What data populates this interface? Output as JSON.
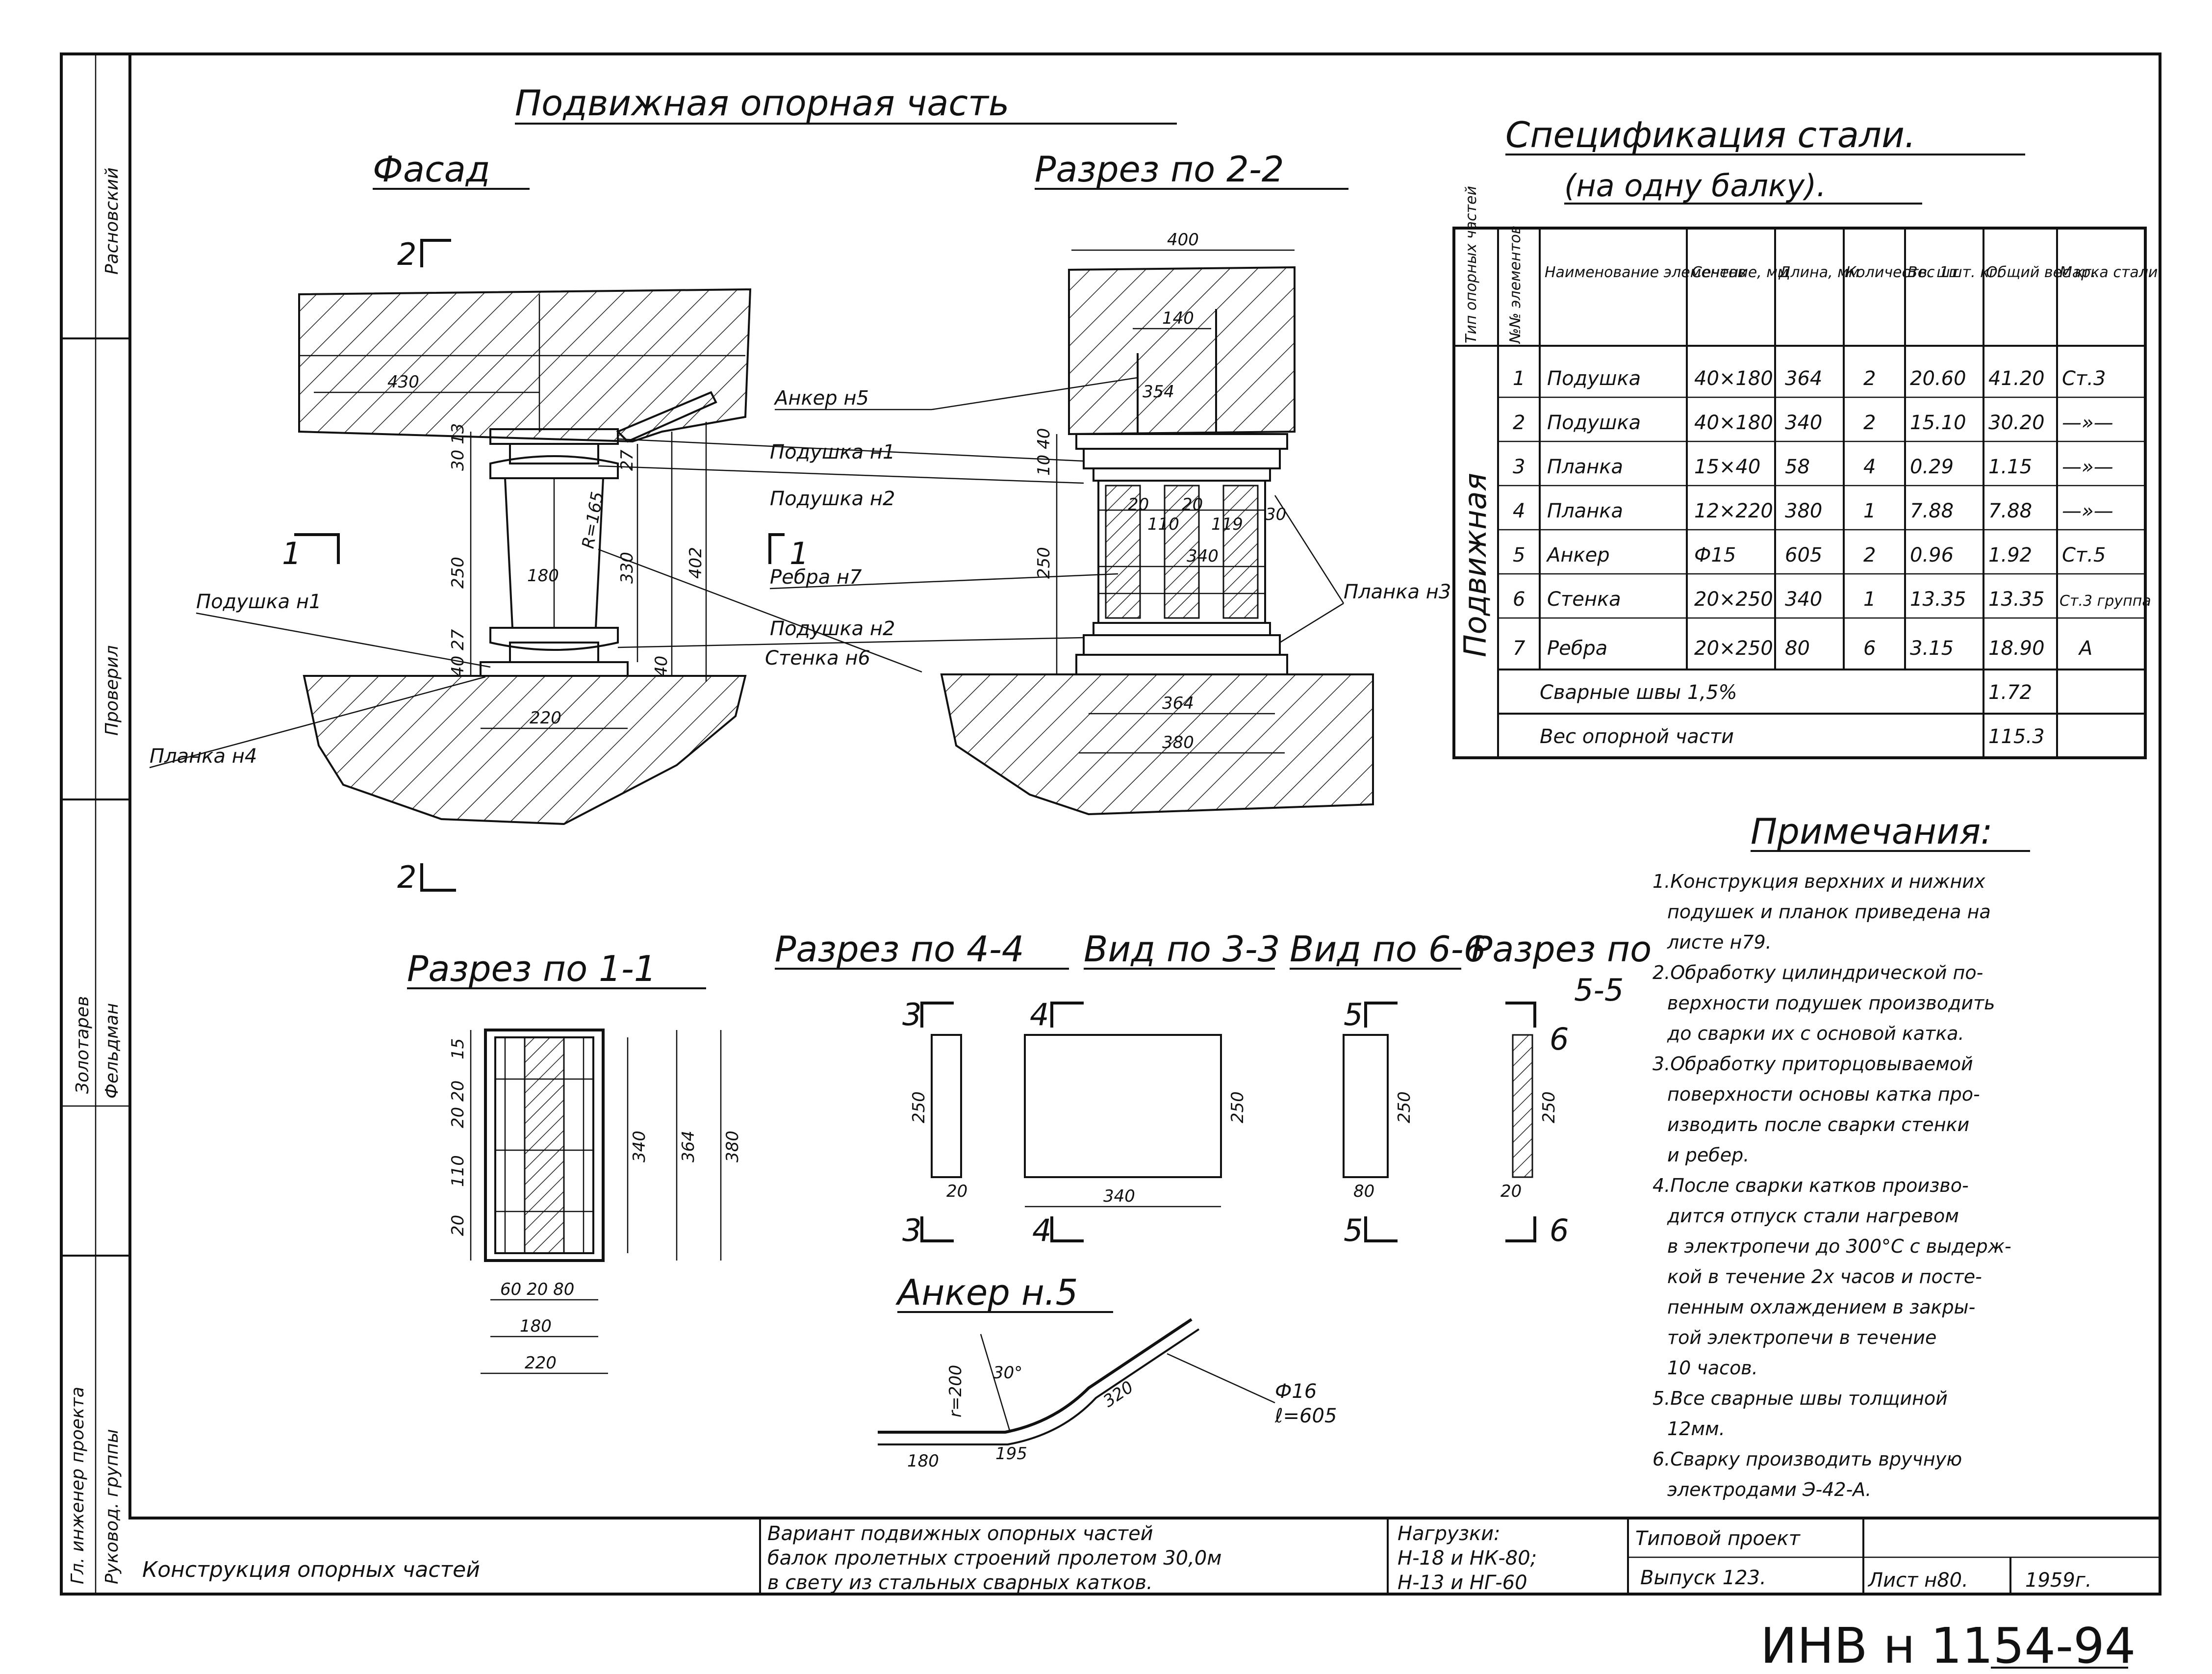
{
  "titles": {
    "main": "Подвижная опорная часть",
    "facade": "Фасад",
    "section22": "Разрез по 2-2",
    "section11": "Разрез по 1-1",
    "section44": "Разрез по 4-4",
    "view33": "Вид по 3-3",
    "view66": "Вид по 6-6",
    "section55a": "Разрез по",
    "section55b": "5-5",
    "anchor": "Анкер н.5"
  },
  "section_marks": {
    "m2top": "2",
    "m2bot": "2",
    "m1l": "1",
    "m1r": "1",
    "m3a": "3",
    "m3b": "3",
    "m4a": "4",
    "m4b": "4",
    "m5a": "5",
    "m5b": "5",
    "m6a": "6",
    "m6b": "6"
  },
  "callouts": {
    "anchor5": "Анкер н5",
    "pad1a": "Подушка н1",
    "pad2a": "Подушка н2",
    "rib7": "Ребра н7",
    "pad2b": "Подушка н2",
    "wall6": "Стенка н6",
    "pad1left": "Подушка н1",
    "plate4": "Планка н4",
    "plate3": "Планка н3"
  },
  "dimensions": {
    "facade": {
      "d430": "430",
      "d250": "250",
      "d180": "180",
      "d330": "330",
      "d402": "402",
      "r165": "R=165",
      "d220": "220",
      "d3013": "30 13",
      "d40": "40",
      "d27": "27",
      "d4027": "40 27"
    },
    "s22": {
      "d400": "400",
      "d140": "140",
      "d354": "354",
      "d1040": "10 40",
      "d250": "250",
      "d20a": "20",
      "d110": "110",
      "d20b": "20",
      "d119": "119",
      "d30": "30",
      "d340": "340",
      "d364": "364",
      "d380": "380"
    },
    "s11": {
      "d15": "15",
      "d2020": "20 20",
      "d110": "110",
      "d20": "20",
      "d340": "340",
      "d364": "364",
      "d380": "380",
      "d6020": "60 20 80",
      "d180": "180",
      "d220": "220"
    },
    "v": {
      "d250a": "250",
      "d20a": "20",
      "d250b": "250",
      "d340": "340",
      "d250c": "250",
      "d80": "80",
      "d250d": "250",
      "d20b": "20"
    },
    "anchor": {
      "d180": "180",
      "d195": "195",
      "d320": "320",
      "d30": "30°",
      "d200": "r=200",
      "dia": "Ф16",
      "len": "ℓ=605"
    }
  },
  "spec": {
    "title": "Спецификация стали.",
    "subtitle": "(на одну балку).",
    "headers": [
      "Тип опорных частей",
      "№№ элементов",
      "Наименование элементов",
      "Сечение, мм",
      "Длина, мм",
      "Количеств. шт",
      "Вес 1шт. кг.",
      "Общий вес кг.",
      "Марка стали"
    ],
    "group": "Подвижная",
    "rows": [
      {
        "n": "1",
        "name": "Подушка",
        "sec": "40×180",
        "len": "364",
        "qty": "2",
        "w1": "20.60",
        "wt": "41.20",
        "steel": "Ст.3"
      },
      {
        "n": "2",
        "name": "Подушка",
        "sec": "40×180",
        "len": "340",
        "qty": "2",
        "w1": "15.10",
        "wt": "30.20",
        "steel": "—»—"
      },
      {
        "n": "3",
        "name": "Планка",
        "sec": "15×40",
        "len": "58",
        "qty": "4",
        "w1": "0.29",
        "wt": "1.15",
        "steel": "—»—"
      },
      {
        "n": "4",
        "name": "Планка",
        "sec": "12×220",
        "len": "380",
        "qty": "1",
        "w1": "7.88",
        "wt": "7.88",
        "steel": "—»—"
      },
      {
        "n": "5",
        "name": "Анкер",
        "sec": "Ф15",
        "len": "605",
        "qty": "2",
        "w1": "0.96",
        "wt": "1.92",
        "steel": "Ст.5"
      },
      {
        "n": "6",
        "name": "Стенка",
        "sec": "20×250",
        "len": "340",
        "qty": "1",
        "w1": "13.35",
        "wt": "13.35",
        "steel": "Ст.3 группа"
      },
      {
        "n": "7",
        "name": "Ребра",
        "sec": "20×250",
        "len": "80",
        "qty": "6",
        "w1": "3.15",
        "wt": "18.90",
        "steel": "А"
      }
    ],
    "weld_label": "Сварные швы 1,5%",
    "weld_value": "1.72",
    "total_label": "Вес опорной части",
    "total_value": "115.3"
  },
  "notes": {
    "title": "Примечания:",
    "lines": [
      "1.Конструкция верхних и нижних",
      "подушек и планок приведена на",
      "листе н79.",
      "2.Обработку цилиндрической по-",
      "верхности подушек производить",
      "до сварки их с основой катка.",
      "3.Обработку приторцовываемой",
      "поверхности основы катка про-",
      "изводить после сварки стенки",
      "и ребер.",
      "4.После сварки катков произво-",
      "дится отпуск стали нагревом",
      "в электропечи до 300°С с выдерж-",
      "кой в течение 2х часов и посте-",
      "пенным охлаждением в закры-",
      "той электропечи в течение",
      "10 часов.",
      "5.Все сварные швы толщиной",
      "12мм.",
      "6.Сварку производить вручную",
      "электродами Э-42-А."
    ]
  },
  "stamp": {
    "name": "Конструкция опорных частей",
    "desc1": "Вариант подвижных опорных частей",
    "desc2": "балок пролетных строений пролетом 30,0м",
    "desc3": "в свету из стальных сварных катков.",
    "load1": "Нагрузки:",
    "load2": "Н-18 и НК-80;",
    "load3": "Н-13 и НГ-60",
    "proj1": "Типовой проект",
    "proj2": "Выпуск 123.",
    "sheet": "Лист н80.",
    "year": "1959г."
  },
  "side": {
    "s1": "Расновский",
    "s2": "Проверил",
    "s3": "Золотарев",
    "s4": "Фельдман",
    "s5": "Гл. инженер проекта",
    "s6": "Руковод. группы"
  },
  "inventory": "ИНВ н 1154-94"
}
